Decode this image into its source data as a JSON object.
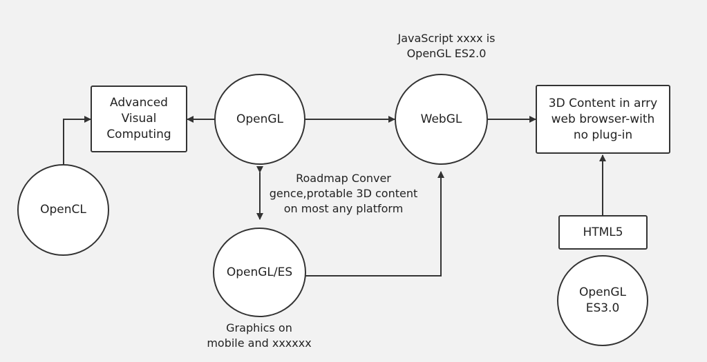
{
  "nodes": {
    "advanced_visual_computing": "Advanced\nVisual\nComputing",
    "opengl": "OpenGL",
    "webgl": "WebGL",
    "content_3d": "3D Content in arry\nweb browser-with\nno plug-in",
    "opencl": "OpenCL",
    "opengl_es": "OpenGL/ES",
    "html5": "HTML5",
    "opengl_es3": "OpenGL\nES3.0"
  },
  "notes": {
    "javascript": "JavaScript xxxx is\nOpenGL ES2.0",
    "roadmap": "Roadmap Conver\ngence,protable 3D content\non most any platform",
    "graphics": "Graphics on\nmobile and xxxxxx"
  },
  "colors": {
    "background": "#f2f2f2",
    "node_fill": "#ffffff",
    "stroke": "#333333"
  }
}
